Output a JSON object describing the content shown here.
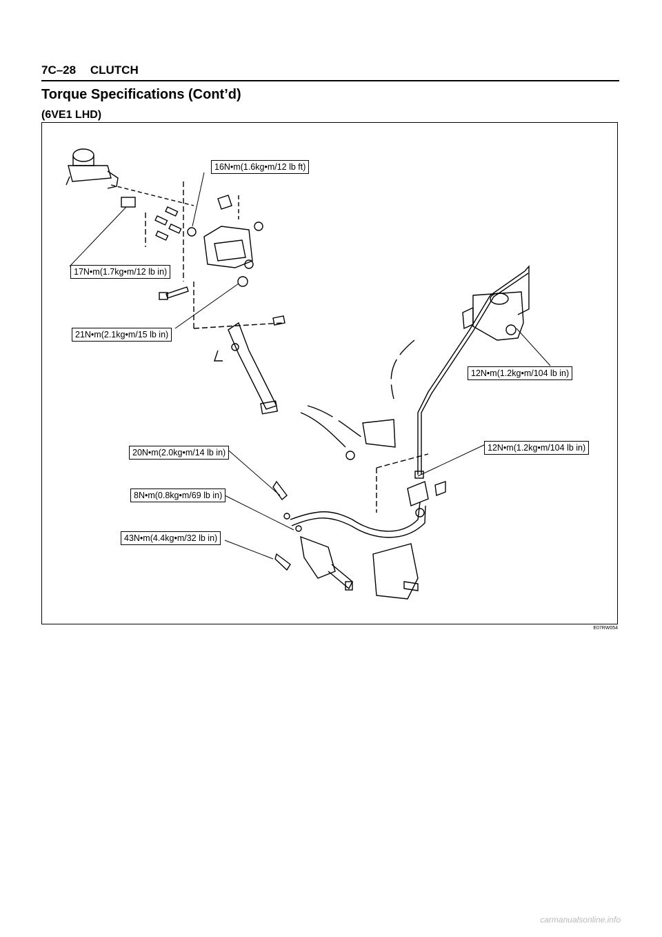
{
  "header": {
    "section": "7C–28",
    "chapter": "CLUTCH"
  },
  "title": "Torque Specifications (Cont’d)",
  "variant": "(6VE1 LHD)",
  "callouts": {
    "c1": "16N•m(1.6kg•m/12 lb ft)",
    "c2": "17N•m(1.7kg•m/12 lb in)",
    "c3": "21N•m(2.1kg•m/15 lb in)",
    "c4": "12N•m(1.2kg•m/104 lb in)",
    "c5": "12N•m(1.2kg•m/104 lb in)",
    "c6": "20N•m(2.0kg•m/14 lb in)",
    "c7": "8N•m(0.8kg•m/69 lb in)",
    "c8": "43N•m(4.4kg•m/32 lb in)"
  },
  "figure_code": "E07RW054",
  "footer": "carmanualsonline.info"
}
